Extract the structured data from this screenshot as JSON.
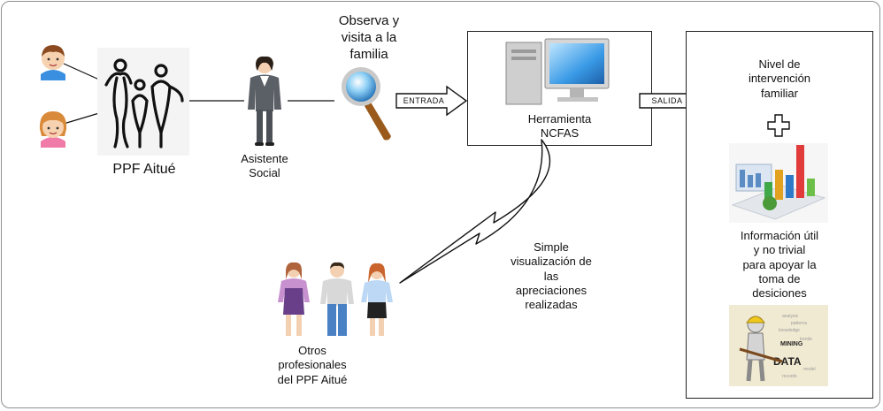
{
  "nodes": {
    "ppf": {
      "label": "PPF Aitué"
    },
    "social_worker": {
      "line1": "Asistente",
      "line2": "Social"
    },
    "observe": {
      "line1": "Observa y",
      "line2": "visita a la",
      "line3": "familia"
    },
    "tool": {
      "line1": "Herramienta",
      "line2": "NCFAS"
    },
    "output": {
      "level": {
        "line1": "Nivel de",
        "line2": "intervención",
        "line3": "familiar"
      },
      "info": {
        "line1": "Información útil",
        "line2": "y no trivial",
        "line3": "para apoyar la",
        "line4": "toma de",
        "line5": "desiciones"
      }
    },
    "others": {
      "line1": "Otros",
      "line2": "profesionales",
      "line3": "del PPF Aitué"
    },
    "visualization": {
      "line1": "Simple",
      "line2": "visualización de",
      "line3": "las",
      "line4": "apreciaciones",
      "line5": "realizadas"
    }
  },
  "arrows": {
    "input": "ENTRADA",
    "output": "SALIDA"
  },
  "illustration_text": {
    "data": "DATA",
    "mining": "MINING"
  },
  "icons": [
    "boy-icon",
    "girl-icon",
    "family-logo-icon",
    "social-worker-icon",
    "magnifier-icon",
    "computer-icon",
    "plus-icon",
    "bar-chart-icon",
    "data-mining-icon",
    "professionals-icon"
  ],
  "colors": {
    "border": "#222222",
    "frame": "#8f8f8f",
    "accent_blue": "#3a7bd5",
    "accent_red": "#e23b3b"
  }
}
